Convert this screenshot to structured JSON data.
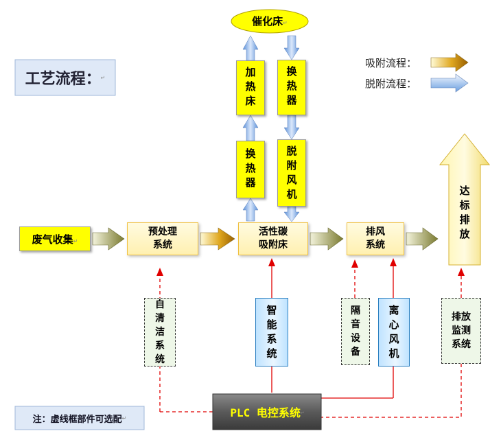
{
  "title": "工艺流程：",
  "legend": {
    "adsorb": "吸附流程：",
    "desorb": "脱附流程："
  },
  "top": {
    "catalytic_bed": "催化床"
  },
  "column_left": {
    "heating_bed": [
      "加",
      "热",
      "床"
    ],
    "heat_exchanger": [
      "换",
      "热",
      "器"
    ]
  },
  "column_right": {
    "heat_exchanger": [
      "换",
      "热",
      "器"
    ],
    "desorption_fan": [
      "脱",
      "附",
      "风",
      "机"
    ]
  },
  "main": {
    "waste_gas": "废气收集",
    "pretreatment": [
      "预处理",
      "系统"
    ],
    "carbon_bed": [
      "活性碳",
      "吸附床"
    ],
    "exhaust": [
      "排风",
      "系统"
    ],
    "discharge": [
      "达",
      "标",
      "排",
      "放"
    ]
  },
  "bottom": {
    "self_clean": [
      "自",
      "清",
      "洁",
      "系",
      "统"
    ],
    "smart": [
      "智",
      "能",
      "系",
      "统"
    ],
    "isolation": [
      "隔",
      "音",
      "设",
      "备"
    ],
    "centrifugal_fan": [
      "离",
      "心",
      "风",
      "机"
    ],
    "emission_monitor": [
      "排放",
      "监测",
      "系统"
    ]
  },
  "plc": "PLC 电控系统",
  "note": "注：虚线框部件可选配",
  "return_mark": "↵",
  "colors": {
    "yellow": "#ffff00",
    "adsorb_arrow_start": "#fff6c0",
    "adsorb_arrow_end": "#c07800",
    "desorb_arrow_start": "#f4f8ff",
    "desorb_arrow_end": "#5a8fd8",
    "red_line": "#e00000"
  }
}
